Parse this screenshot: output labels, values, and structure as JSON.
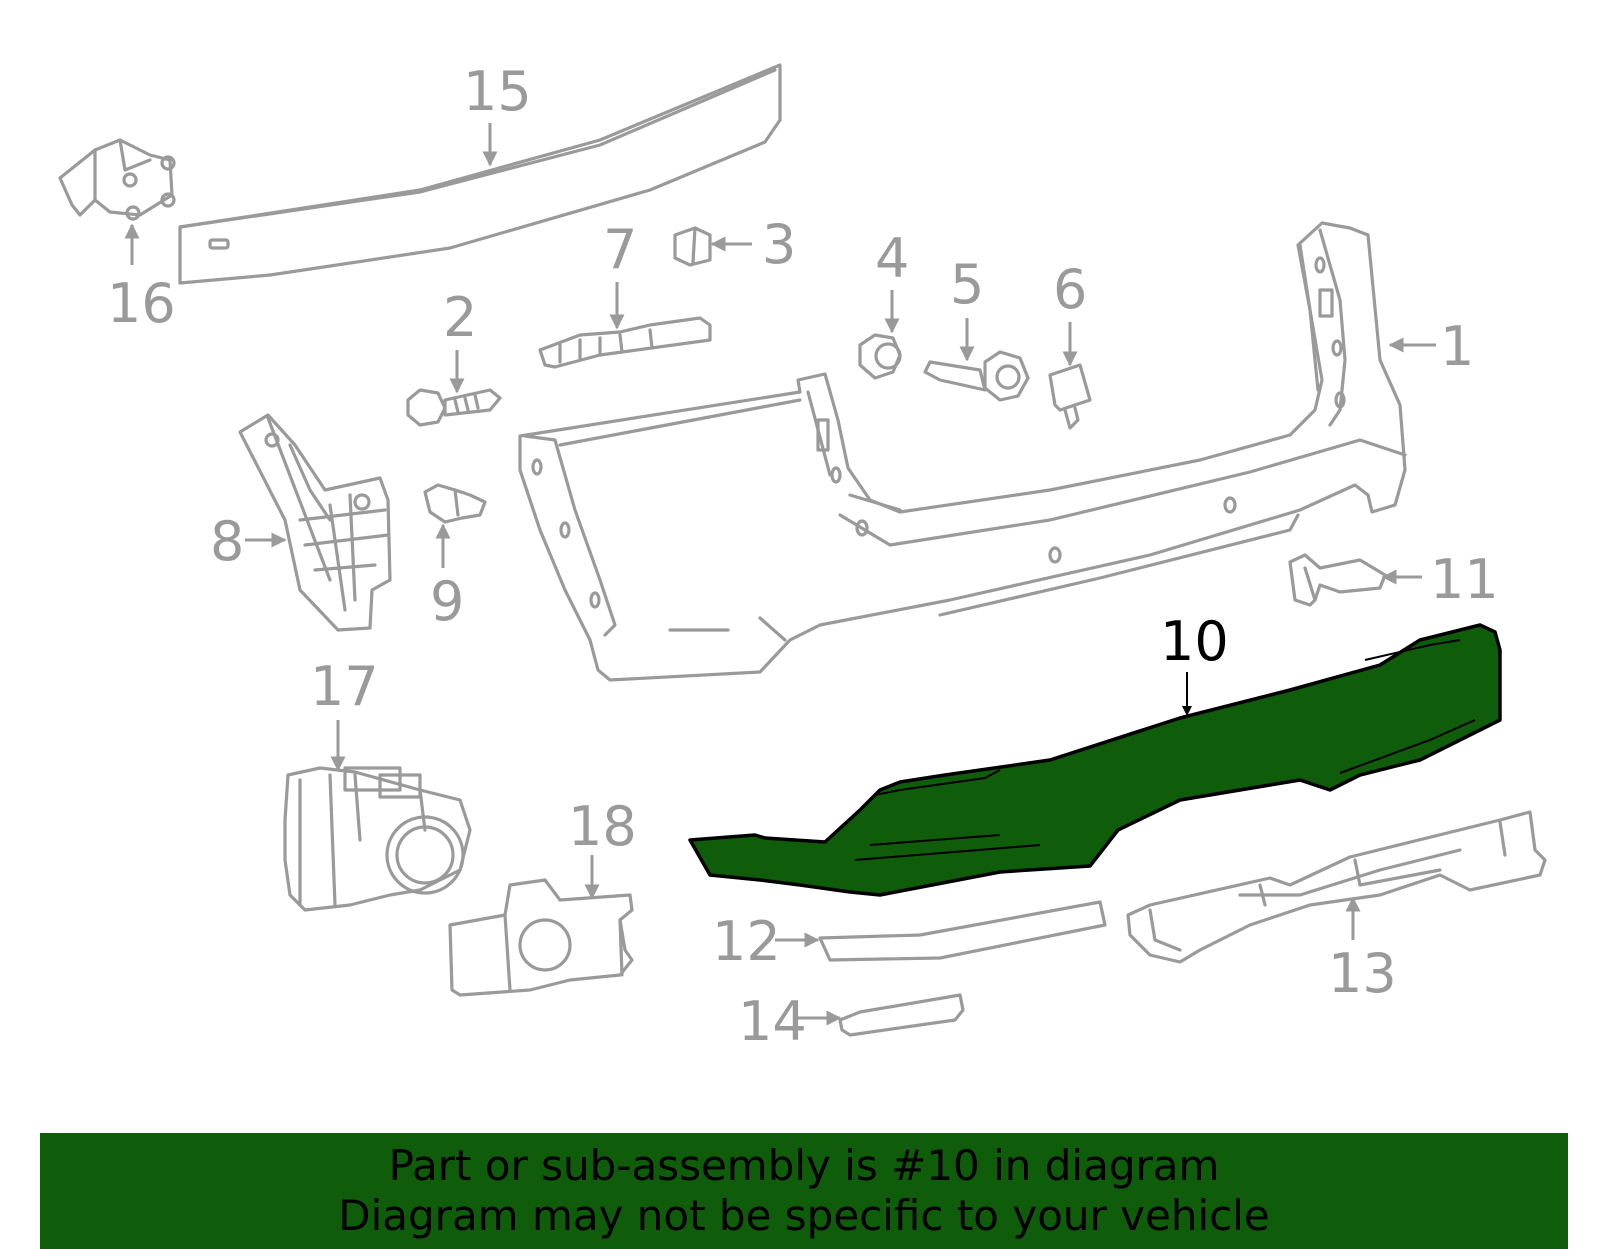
{
  "callouts": {
    "c1": "1",
    "c2": "2",
    "c3": "3",
    "c4": "4",
    "c5": "5",
    "c6": "6",
    "c7": "7",
    "c8": "8",
    "c9": "9",
    "c10": "10",
    "c11": "11",
    "c12": "12",
    "c13": "13",
    "c14": "14",
    "c15": "15",
    "c16": "16",
    "c17": "17",
    "c18": "18"
  },
  "highlighted_part": "10",
  "banner": {
    "line1": "Part or sub-assembly is #10 in diagram",
    "line2": "Diagram may not be specific to your vehicle"
  },
  "colors": {
    "highlight": "#0f5c0a",
    "part_outline": "#9a9a9a",
    "banner_bg": "#0f5c0a"
  }
}
